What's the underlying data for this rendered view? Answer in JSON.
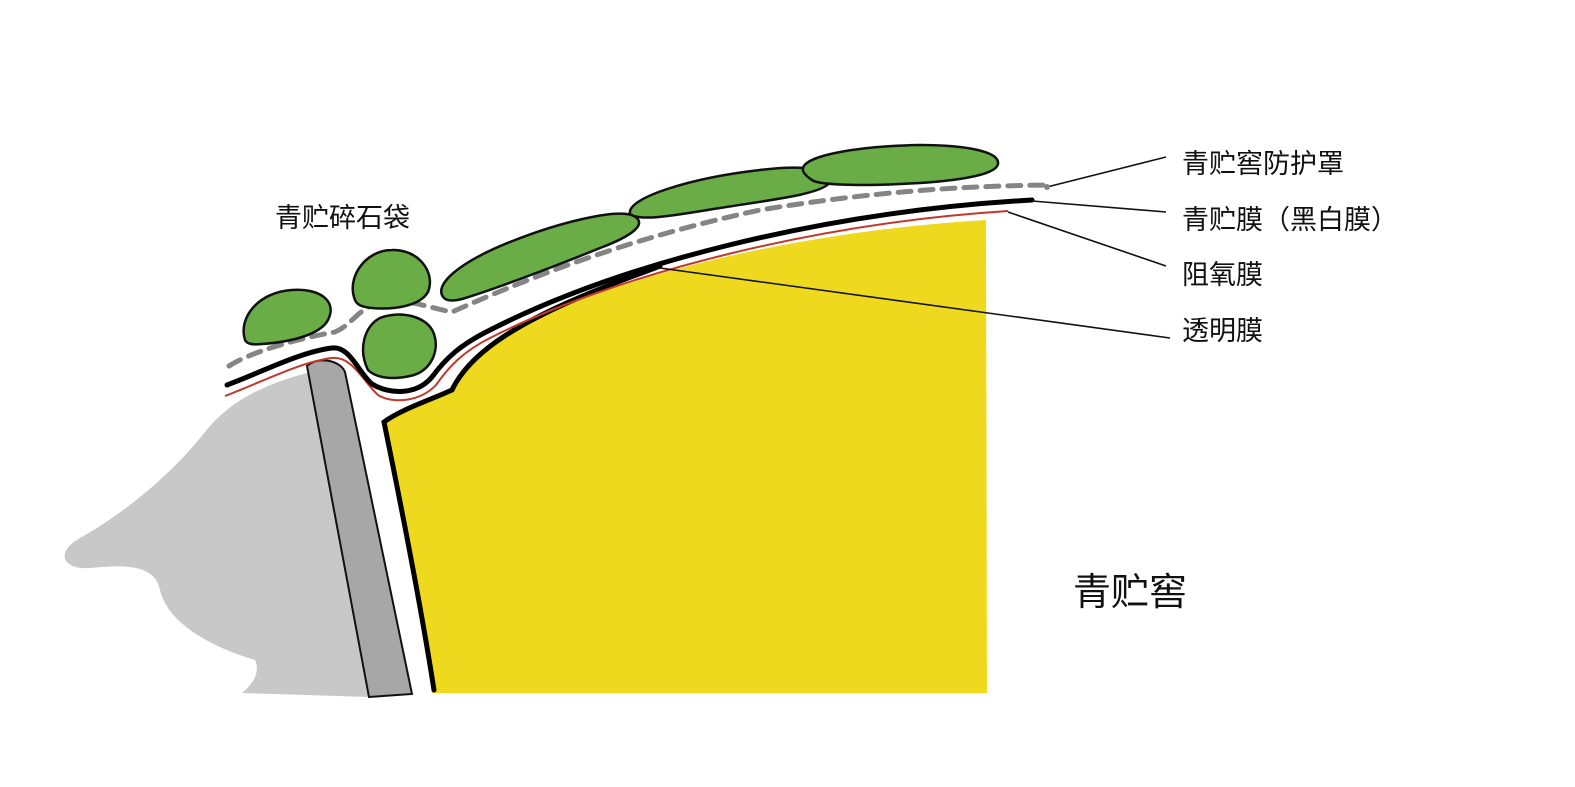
{
  "labels": {
    "protective_cover": "青贮窖防护罩",
    "silage_film": "青贮膜（黑白膜）",
    "oxygen_barrier_film": "阻氧膜",
    "transparent_film": "透明膜",
    "gravel_bags": "青贮碎石袋",
    "silo": "青贮窖"
  },
  "colors": {
    "silage": "#efd91e",
    "gravel_bag": "#6aac45",
    "wall": "#a6a7a6",
    "ground": "#c8c8c8",
    "oxygen_barrier": "#c0392b",
    "cover_dashes": "#858585",
    "film": "#000000"
  }
}
